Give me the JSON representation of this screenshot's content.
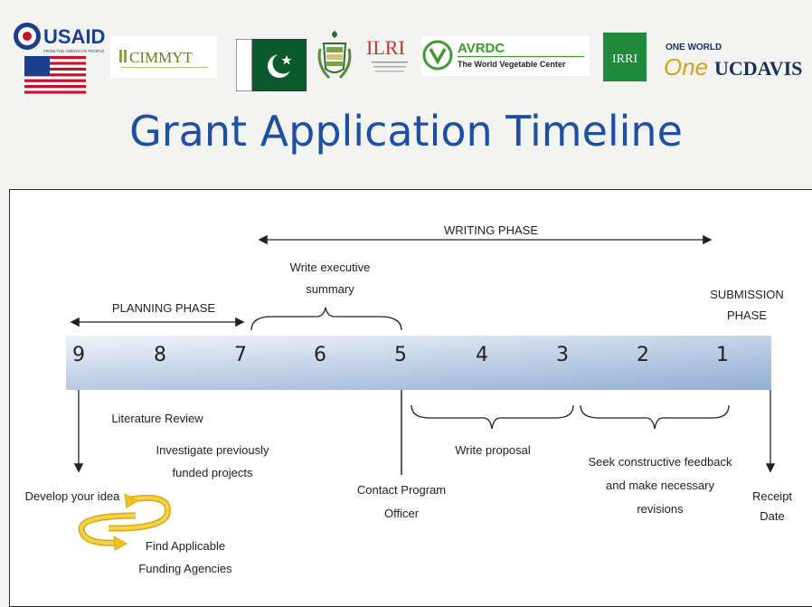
{
  "logos": {
    "usaid": "USAID",
    "usaid_tagline": "FROM THE AMERICAN PEOPLE",
    "cimmyt": "CIMMYT",
    "ilri": "ILRI",
    "avrdc_name": "AVRDC",
    "avrdc_tagline": "The World Vegetable Center",
    "irri": "IRRI",
    "one_world": "ONE WORLD",
    "one": "One",
    "ucdavis": "UCDAVIS"
  },
  "title": "Grant Application Timeline",
  "phases": {
    "writing": "WRITING PHASE",
    "planning": "PLANNING PHASE",
    "submission_line1": "SUBMISSION",
    "submission_line2": "PHASE"
  },
  "timeline_numbers": [
    "9",
    "8",
    "7",
    "6",
    "5",
    "4",
    "3",
    "2",
    "1"
  ],
  "labels": {
    "exec_summary_1": "Write executive",
    "exec_summary_2": "summary",
    "literature_review": "Literature Review",
    "investigate_1": "Investigate previously",
    "investigate_2": "funded projects",
    "develop_idea": "Develop your idea",
    "find_funding_1": "Find Applicable",
    "find_funding_2": "Funding Agencies",
    "contact_1": "Contact Program",
    "contact_2": "Officer",
    "write_proposal": "Write proposal",
    "feedback_1": "Seek constructive feedback",
    "feedback_2": "and make necessary",
    "feedback_3": "revisions",
    "receipt_1": "Receipt",
    "receipt_2": "Date"
  },
  "colors": {
    "title": "#1e4fa6",
    "timeline_bar_light": "#eaf0f9",
    "timeline_bar_dark": "#9fb6d8",
    "cycle_arrow": "#f2c31a",
    "pakistan_green": "#0b5a2b",
    "irri_green": "#1f8a3b",
    "avrdc_green": "#3e9a2e",
    "usaid_blue": "#1b3f8f"
  }
}
